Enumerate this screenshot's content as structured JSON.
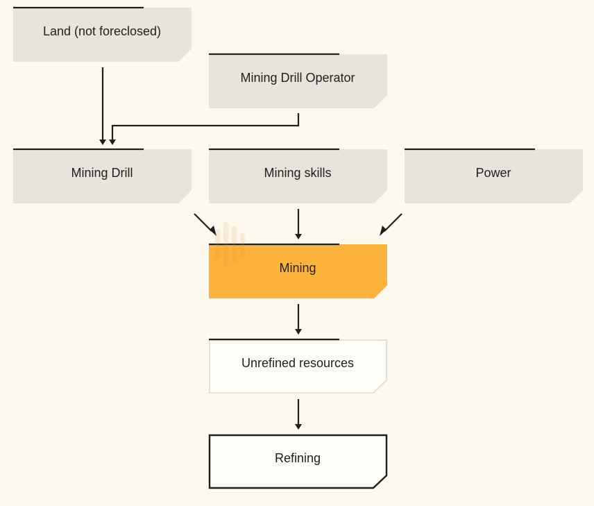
{
  "colors": {
    "background": "#fdf9ee",
    "box_fill": "#e8e4dc",
    "highlight_fill": "#fbb339",
    "outline_fill": "#fefcf6",
    "outline_stroke": "#e4e0d6",
    "dark_stroke": "#1e1e1e",
    "text": "#1e1e1e"
  },
  "nodes": {
    "land": "Land (not foreclosed)",
    "operator": "Mining Drill Operator",
    "drill": "Mining Drill",
    "skills": "Mining skills",
    "power": "Power",
    "mining": "Mining",
    "unrefined": "Unrefined resources",
    "refining": "Refining"
  }
}
